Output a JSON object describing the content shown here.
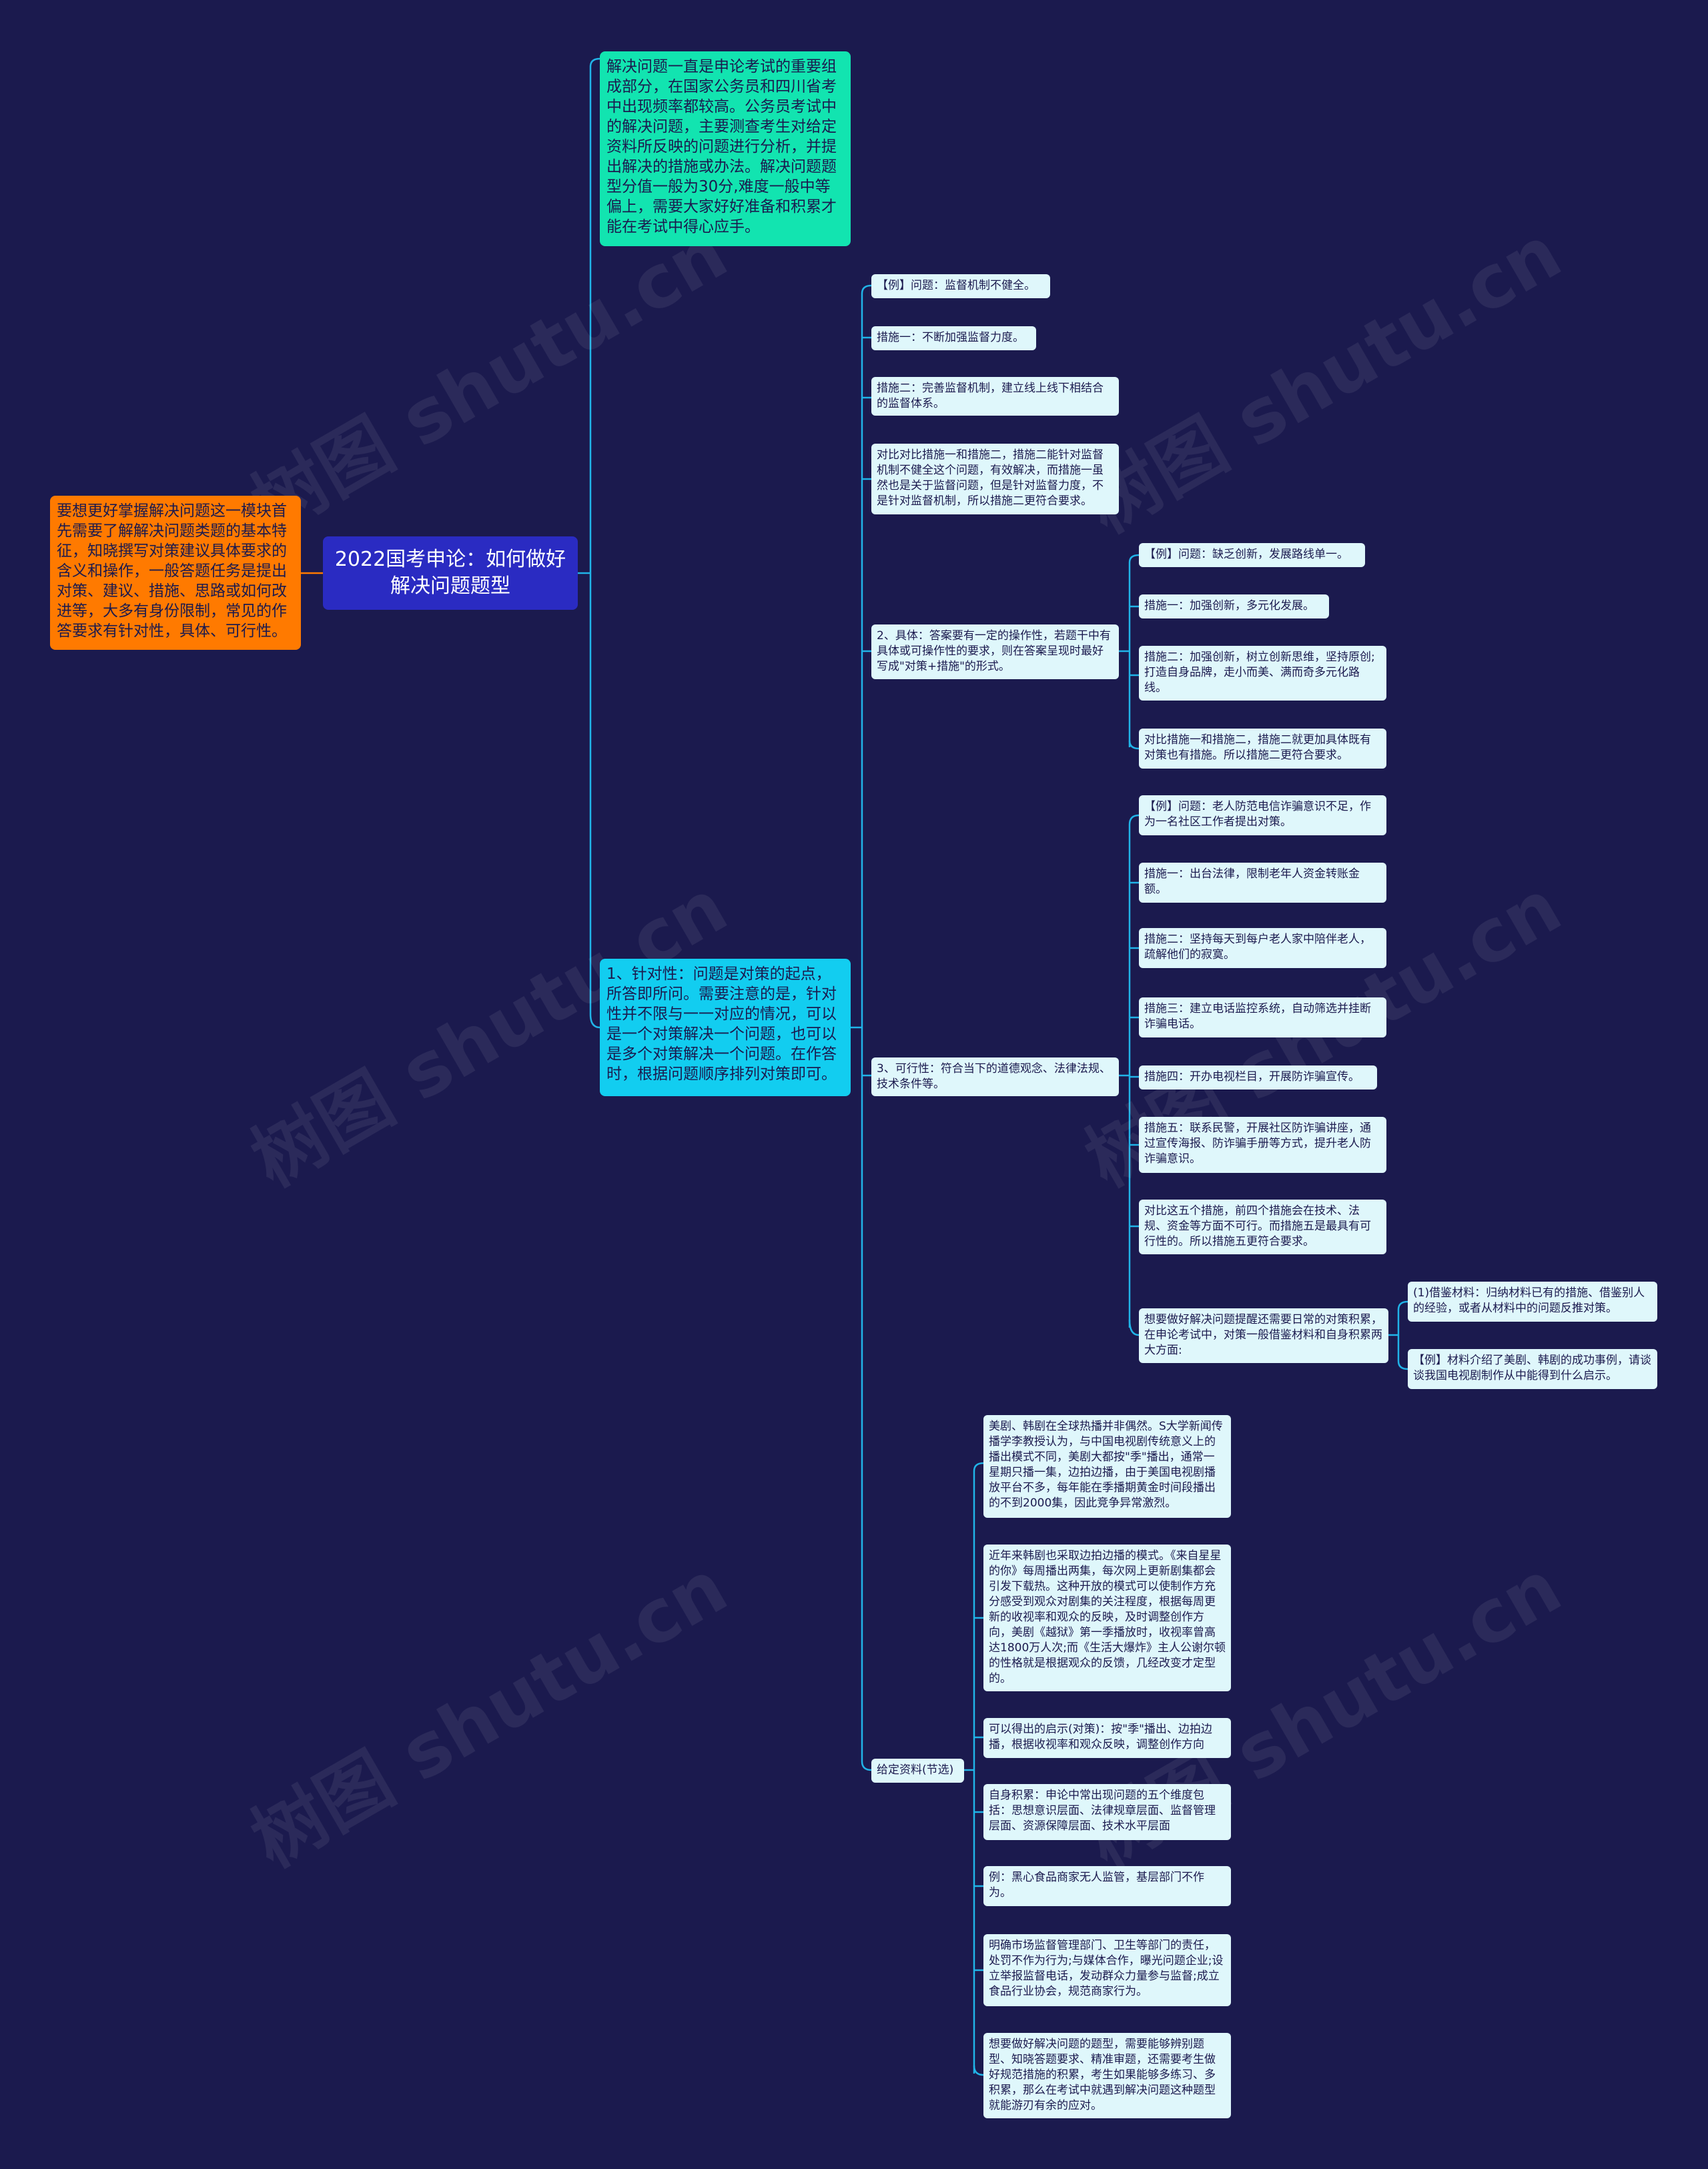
{
  "watermark": "树图 shutu.cn",
  "colors": {
    "background": "#1b1a4e",
    "root": "#2a2bc2",
    "orange": "#ff7a00",
    "green": "#12e4b0",
    "cyan": "#12cdf0",
    "leaf": "#dff7fb",
    "line_orange": "#ff7a00",
    "line_blue": "#21b4e8"
  },
  "root": "2022国考申论：如何做好解决问题题型",
  "left_note": "要想更好掌握解决问题这一模块首先需要了解解决问题类题的基本特征，知晓撰写对策建议具体要求的含义和操作，一般答题任务是提出对策、建议、措施、思路或如何改进等，大多有身份限制，常见的作答要求有针对性，具体、可行性。",
  "intro": "解决问题一直是申论考试的重要组成部分，在国家公务员和四川省考中出现频率都较高。公务员考试中的解决问题，主要测查考生对给定资料所反映的问题进行分析，并提出解决的措施或办法。解决问题题型分值一般为30分,难度一般中等偏上，需要大家好好准备和积累才能在考试中得心应手。",
  "targeted": "1、针对性：问题是对策的起点，所答即所问。需要注意的是，针对性并不限与一一对应的情况，可以是一个对策解决一个问题，也可以是多个对策解决一个问题。在作答时，根据问题顺序排列对策即可。",
  "l2": {
    "ex1": "【例】问题：监督机制不健全。",
    "m1": "措施一：不断加强监督力度。",
    "m2": "措施二：完善监督机制，建立线上线下相结合的监督体系。",
    "cmp": "对比对比措施一和措施二，措施二能针对监督机制不健全这个问题，有效解决，而措施一虽然也是关于监督问题，但是针对监督力度，不是针对监督机制，所以措施二更符合要求。",
    "specific": "2、具体：答案要有一定的操作性，若题干中有具体或可操作性的要求，则在答案呈现时最好写成\"对策+措施\"的形式。",
    "feasible": "3、可行性：符合当下的道德观念、法律法规、技术条件等。",
    "material": "给定资料(节选)"
  },
  "specific_children": {
    "ex": "【例】问题：缺乏创新，发展路线单一。",
    "m1": "措施一：加强创新，多元化发展。",
    "m2": "措施二：加强创新，树立创新思维，坚持原创;打造自身品牌，走小而美、满而奇多元化路线。",
    "cmp": "对比措施一和措施二，措施二就更加具体既有对策也有措施。所以措施二更符合要求。"
  },
  "feasible_children": {
    "ex": "【例】问题：老人防范电信诈骗意识不足，作为一名社区工作者提出对策。",
    "m1": "措施一：出台法律，限制老年人资金转账金额。",
    "m2": "措施二：坚持每天到每户老人家中陪伴老人，疏解他们的寂寞。",
    "m3": "措施三：建立电话监控系统，自动筛选并挂断诈骗电话。",
    "m4": "措施四：开办电视栏目，开展防诈骗宣传。",
    "m5": "措施五：联系民警，开展社区防诈骗讲座，通过宣传海报、防诈骗手册等方式，提升老人防诈骗意识。",
    "cmp": "对比这五个措施，前四个措施会在技术、法规、资金等方面不可行。而措施五是最具有可行性的。所以措施五更符合要求。",
    "accum": "想要做好解决问题提醒还需要日常的对策积累，在申论考试中，对策一般借鉴材料和自身积累两大方面:"
  },
  "accum_children": {
    "a1": "(1)借鉴材料：归纳材料已有的措施、借鉴别人的经验，或者从材料中的问题反推对策。",
    "a2": "【例】材料介绍了美剧、韩剧的成功事例，请谈谈我国电视剧制作从中能得到什么启示。"
  },
  "material_children": {
    "p1": "美剧、韩剧在全球热播并非偶然。S大学新闻传播学李教授认为，与中国电视剧传统意义上的播出模式不同，美剧大都按\"季\"播出，通常一星期只播一集，边拍边播，由于美国电视剧播放平台不多，每年能在季播期黄金时间段播出的不到2000集，因此竞争异常激烈。",
    "p2": "近年来韩剧也采取边拍边播的模式。《来自星星的你》每周播出两集，每次网上更新剧集都会引发下载热。这种开放的模式可以使制作方充分感受到观众对剧集的关注程度，根据每周更新的收视率和观众的反映，及时调整创作方向，美剧《越狱》第一季播放时，收视率曾高达1800万人次;而《生活大爆炸》主人公谢尔顿的性格就是根据观众的反馈，几经改变才定型的。",
    "p3": "可以得出的启示(对策)：按\"季\"播出、边拍边播，根据收视率和观众反映，调整创作方向",
    "p4": "自身积累：申论中常出现问题的五个维度包括：思想意识层面、法律规章层面、监督管理层面、资源保障层面、技术水平层面",
    "p5": "例：黑心食品商家无人监管，基层部门不作为。",
    "p6": "明确市场监督管理部门、卫生等部门的责任，处罚不作为行为;与媒体合作，曝光问题企业;设立举报监督电话，发动群众力量参与监督;成立食品行业协会，规范商家行为。",
    "p7": "想要做好解决问题的题型，需要能够辨别题型、知晓答题要求、精准审题，还需要考生做好规范措施的积累，考生如果能够多练习、多积累，那么在考试中就遇到解决问题这种题型就能游刃有余的应对。"
  }
}
